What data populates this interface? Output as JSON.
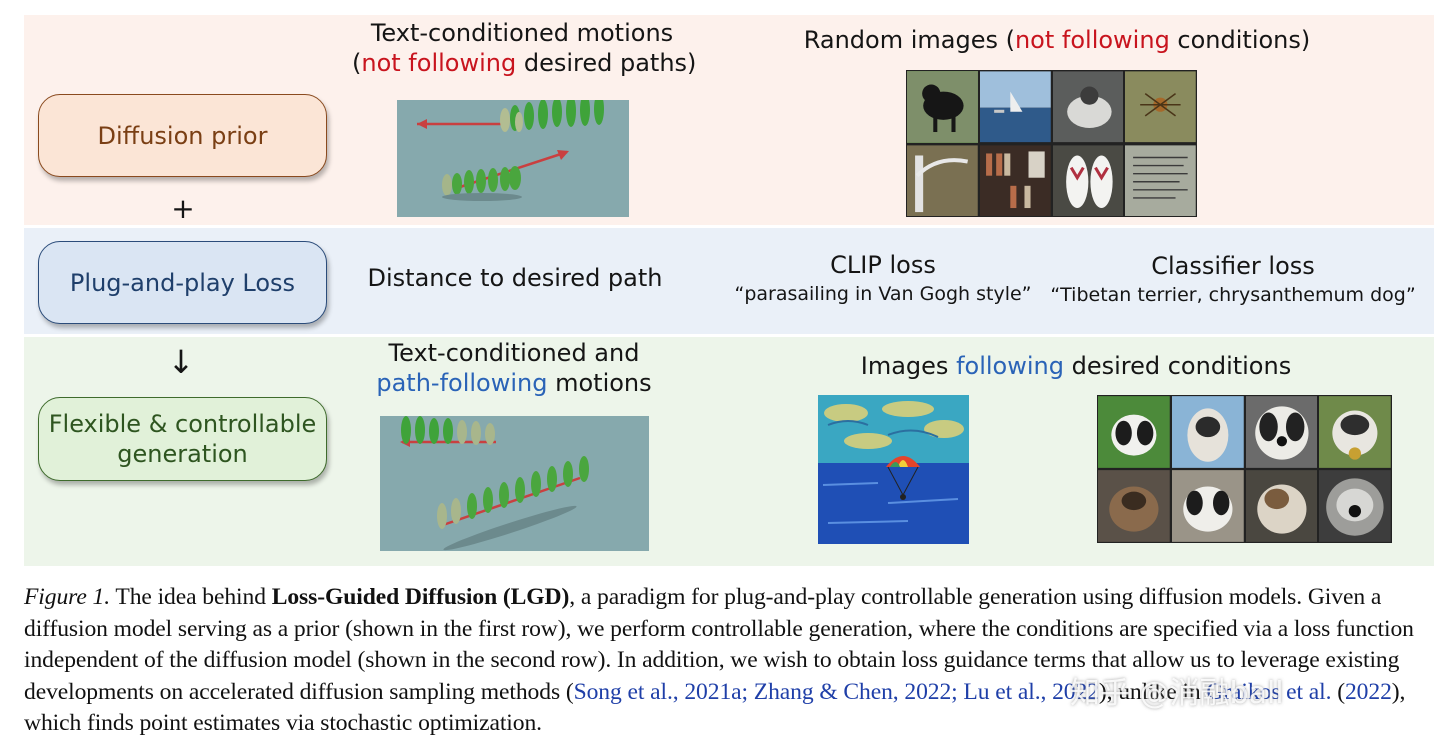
{
  "rows": {
    "prior": {
      "label": "Diffusion prior",
      "motion_title_line1": "Text-conditioned motions",
      "motion_title_open": "(",
      "motion_title_red": "not following",
      "motion_title_rest": " desired paths)",
      "image_title_pre": "Random images (",
      "image_title_red": "not following",
      "image_title_post": " conditions)"
    },
    "plus": "+",
    "loss": {
      "label": "Plug-and-play Loss",
      "distance": "Distance to desired path",
      "clip_title": "CLIP loss",
      "clip_prompt": "“parasailing in Van Gogh style”",
      "classifier_title": "Classifier loss",
      "classifier_prompt": "“Tibetan terrier, chrysanthemum dog”"
    },
    "arrow": "↓",
    "generation": {
      "label_line1": "Flexible & controllable",
      "label_line2": "generation",
      "motion_title_line1": "Text-conditioned and",
      "motion_title_blue": "path-following",
      "motion_title_rest": " motions",
      "image_title_pre": "Images ",
      "image_title_blue": "following",
      "image_title_post": " desired conditions"
    }
  },
  "caption": {
    "fig_label": "Figure 1.",
    "t1": " The idea behind ",
    "bold": "Loss-Guided Diffusion (LGD)",
    "t2": ", a paradigm for plug-and-play controllable generation using diffusion models. Given a diffusion model serving as a prior (shown in the first row), we perform controllable generation, where the conditions are specified via a loss function independent of the diffusion model (shown in the second row). In addition, we wish to obtain loss guidance terms that allow us to leverage existing developments on accelerated diffusion sampling methods (",
    "cite1": "Song et al., 2021a; Zhang & Chen, 2022; Lu et al., 2022",
    "t3": "), unlike in ",
    "cite2": "Graikos et al.",
    "t4": " (",
    "cite3": "2022",
    "t5": "), which finds point estimates via stochastic optimization."
  },
  "watermark": "知乎 @消融ball",
  "colors": {
    "row1_bg": "#fdf1ec",
    "row2_bg": "#eaf0f8",
    "row3_bg": "#edf5ea",
    "red_text": "#c8141e",
    "blue_text": "#2a63b7",
    "citation": "#1f3fa8"
  }
}
